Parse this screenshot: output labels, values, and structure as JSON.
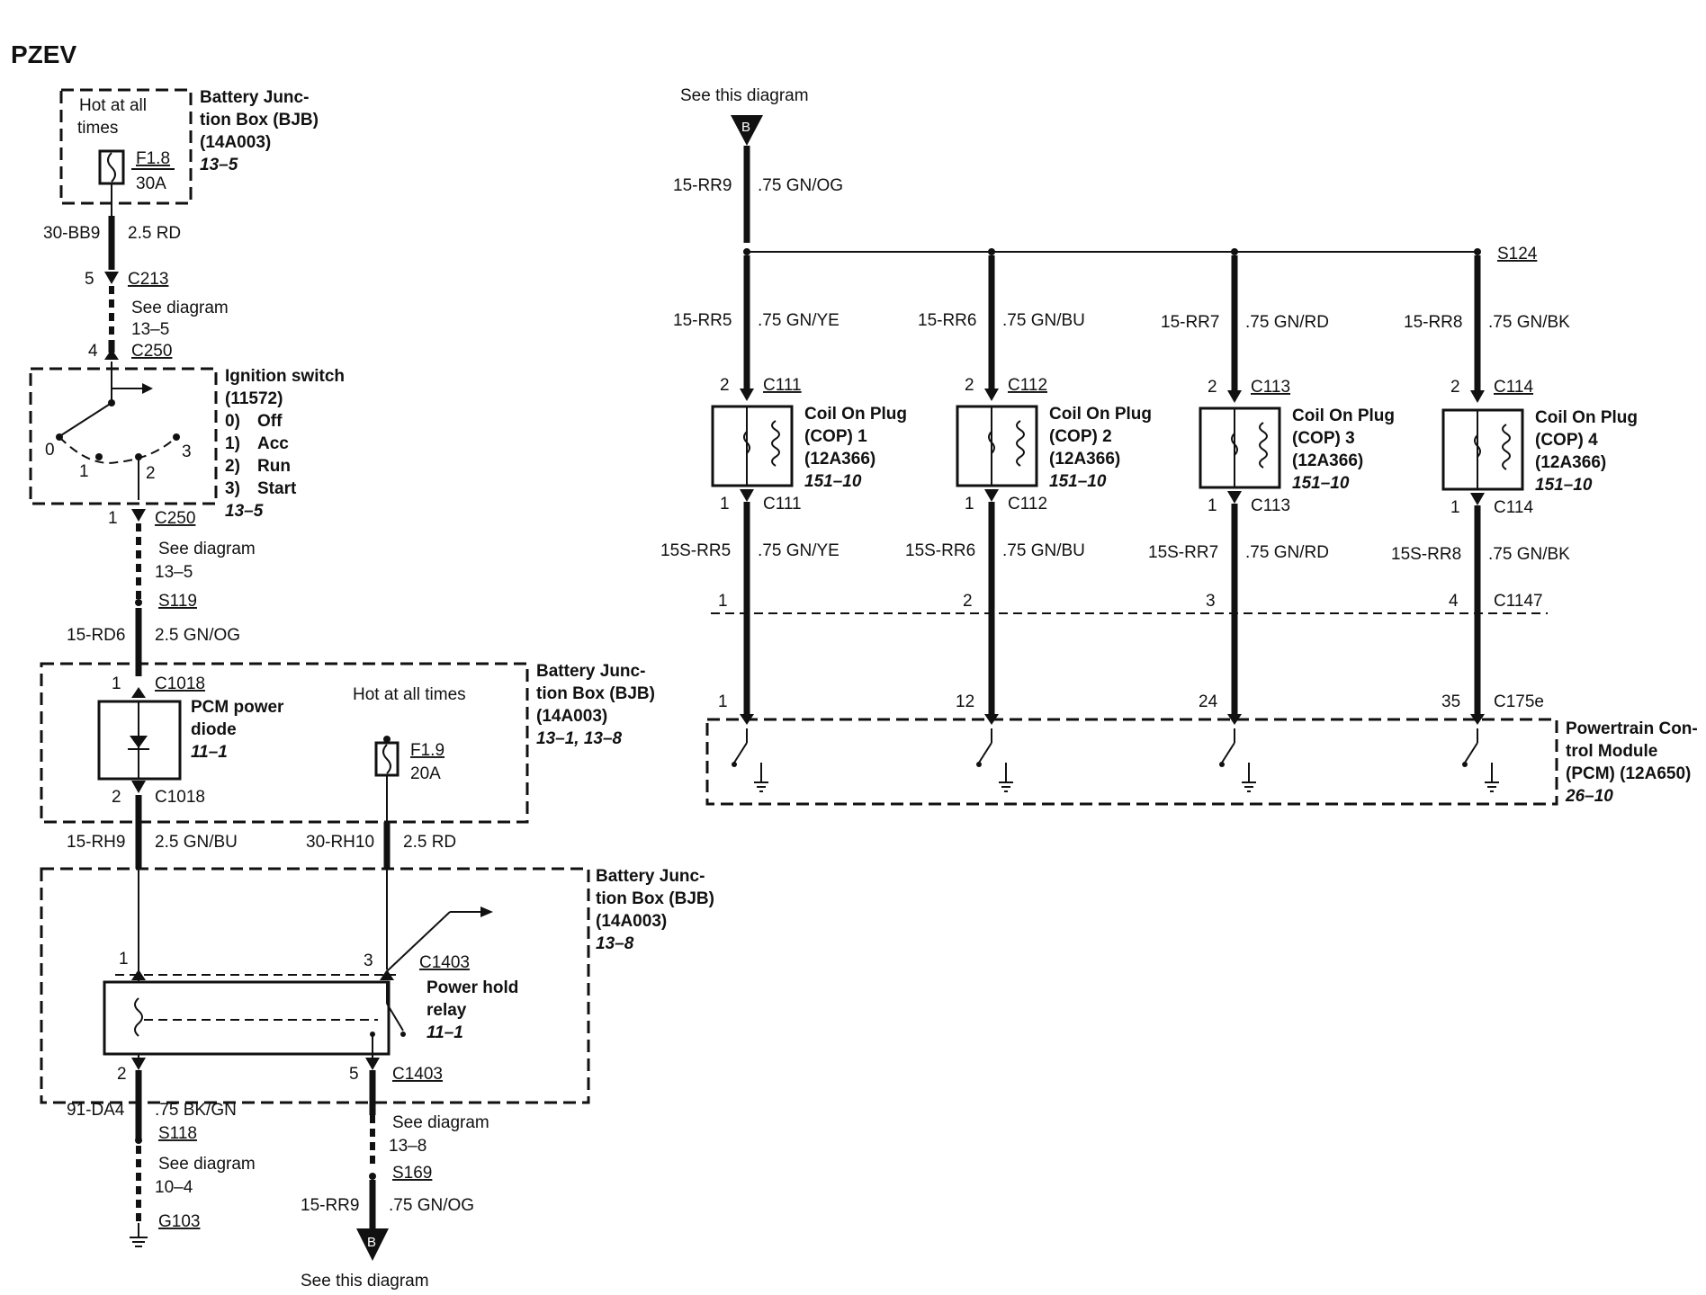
{
  "title": "PZEV",
  "left": {
    "bjb_top": {
      "hot": [
        "Hot at all",
        "times"
      ],
      "fuse": "F1.8",
      "amp": "30A",
      "label": [
        "Battery Junc-",
        "tion Box (BJB)",
        "(14A003)"
      ],
      "ref": "13–5"
    },
    "w_bb9": {
      "circuit": "30-BB9",
      "gauge": "2.5 RD"
    },
    "c213": {
      "pin": "5",
      "name": "C213",
      "see": [
        "See diagram",
        "13–5"
      ]
    },
    "c250_top": {
      "pin": "4",
      "name": "C250"
    },
    "ignition": {
      "label": [
        "Ignition switch",
        "(11572)"
      ],
      "positions": [
        "0)",
        "1)",
        "2)",
        "3)"
      ],
      "states": [
        "Off",
        "Acc",
        "Run",
        "Start"
      ],
      "ref": "13–5",
      "pos_nums": [
        "0",
        "1",
        "2",
        "3"
      ]
    },
    "c250_bot": {
      "pin": "1",
      "name": "C250",
      "see": [
        "See diagram",
        "13–5"
      ]
    },
    "s119": "S119",
    "w_rd6": {
      "circuit": "15-RD6",
      "gauge": "2.5 GN/OG"
    },
    "bjb_mid": {
      "pin_top": "1",
      "c_top": "C1018",
      "diode": [
        "PCM power",
        "diode"
      ],
      "diode_ref": "11–1",
      "hot": "Hot at all times",
      "fuse": "F1.9",
      "amp": "20A",
      "label": [
        "Battery Junc-",
        "tion Box (BJB)",
        "(14A003)"
      ],
      "ref": "13–1, 13–8",
      "pin_bot": "2",
      "c_bot": "C1018"
    },
    "w_rh9": {
      "circuit": "15-RH9",
      "gauge": "2.5 GN/BU"
    },
    "w_rh10": {
      "circuit": "30-RH10",
      "gauge": "2.5 RD"
    },
    "bjb_bot": {
      "label": [
        "Battery Junc-",
        "tion Box (BJB)",
        "(14A003)"
      ],
      "ref": "13–8",
      "pin1": "1",
      "pin3": "3",
      "c1403_top": "C1403",
      "relay": [
        "Power hold",
        "relay"
      ],
      "relay_ref": "11–1",
      "pin2": "2",
      "pin5": "5",
      "c1403_bot": "C1403"
    },
    "w_da4": {
      "circuit": "91-DA4",
      "gauge": ".75 BK/GN"
    },
    "s118": "S118",
    "see_10_4": [
      "See diagram",
      "10–4"
    ],
    "g103": "G103",
    "see_13_8": [
      "See diagram",
      "13–8"
    ],
    "s169": "S169",
    "w_rr9": {
      "circuit": "15-RR9",
      "gauge": ".75 GN/OG"
    },
    "offpage_b": "B",
    "see_this": "See this diagram"
  },
  "right": {
    "see_this": "See this diagram",
    "offpage_b": "B",
    "w_rr9": {
      "circuit": "15-RR9",
      "gauge": ".75 GN/OG"
    },
    "splice": "S124",
    "coils": [
      {
        "w1": "15-RR5",
        "g1": ".75 GN/YE",
        "p_top": "2",
        "c": "C111",
        "label": [
          "Coil On Plug",
          "(COP) 1",
          "(12A366)"
        ],
        "ref": "151–10",
        "p_bot": "1",
        "w2": "15S-RR5",
        "g2": ".75 GN/YE",
        "c1147": "1",
        "c175": "1"
      },
      {
        "w1": "15-RR6",
        "g1": ".75 GN/BU",
        "p_top": "2",
        "c": "C112",
        "label": [
          "Coil On Plug",
          "(COP) 2",
          "(12A366)"
        ],
        "ref": "151–10",
        "p_bot": "1",
        "w2": "15S-RR6",
        "g2": ".75 GN/BU",
        "c1147": "2",
        "c175": "12"
      },
      {
        "w1": "15-RR7",
        "g1": ".75 GN/RD",
        "p_top": "2",
        "c": "C113",
        "label": [
          "Coil On Plug",
          "(COP) 3",
          "(12A366)"
        ],
        "ref": "151–10",
        "p_bot": "1",
        "w2": "15S-RR7",
        "g2": ".75 GN/RD",
        "c1147": "3",
        "c175": "24"
      },
      {
        "w1": "15-RR8",
        "g1": ".75 GN/BK",
        "p_top": "2",
        "c": "C114",
        "label": [
          "Coil On Plug",
          "(COP) 4",
          "(12A366)"
        ],
        "ref": "151–10",
        "p_bot": "1",
        "w2": "15S-RR8",
        "g2": ".75 GN/BK",
        "c1147": "4",
        "c175": "35"
      }
    ],
    "c1147": "C1147",
    "c175e": "C175e",
    "pcm": {
      "label": [
        "Powertrain Con-",
        "trol Module",
        "(PCM) (12A650)"
      ],
      "ref": "26–10"
    }
  }
}
